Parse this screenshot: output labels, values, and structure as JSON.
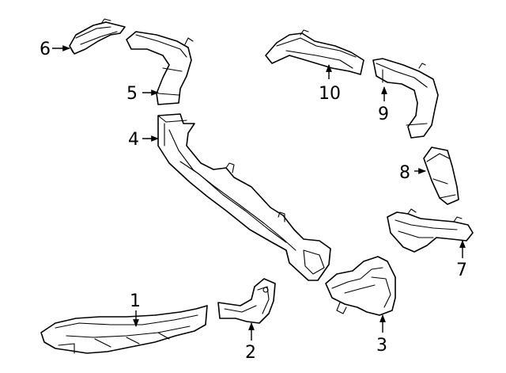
{
  "diagram": {
    "colors": {
      "line": "#000000",
      "background": "#ffffff"
    },
    "callouts": [
      {
        "id": "1",
        "label": "1"
      },
      {
        "id": "2",
        "label": "2"
      },
      {
        "id": "3",
        "label": "3"
      },
      {
        "id": "4",
        "label": "4"
      },
      {
        "id": "5",
        "label": "5"
      },
      {
        "id": "6",
        "label": "6"
      },
      {
        "id": "7",
        "label": "7"
      },
      {
        "id": "8",
        "label": "8"
      },
      {
        "id": "9",
        "label": "9"
      },
      {
        "id": "10",
        "label": "10"
      }
    ]
  }
}
